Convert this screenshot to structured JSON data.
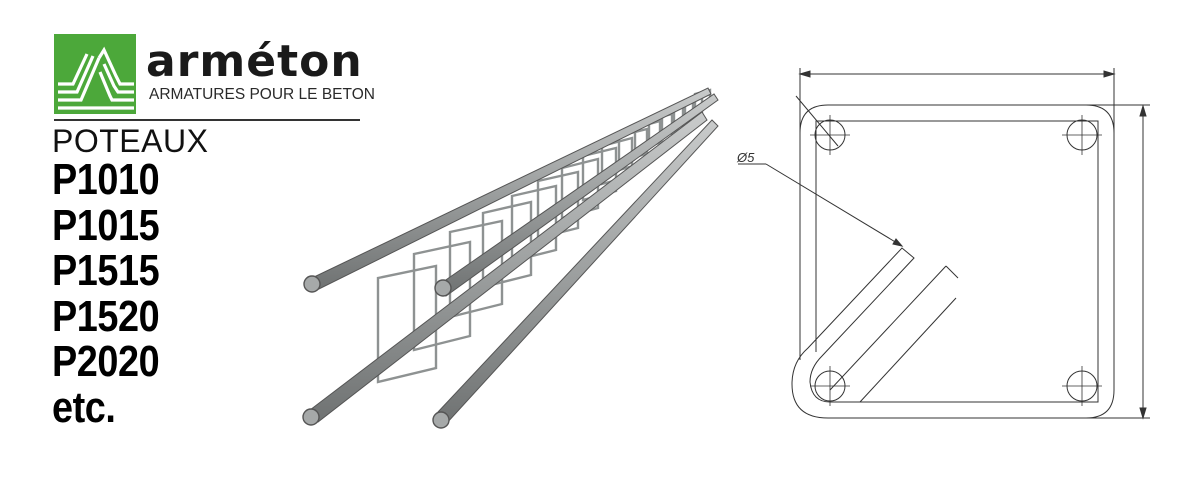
{
  "brand": {
    "name": "arméton",
    "tagline": "ARMATURES POUR LE BETON",
    "color_green": "#4ca83a",
    "color_text": "#1a1a1a"
  },
  "product": {
    "category": "POTEAUX",
    "models": [
      "P1010",
      "P1015",
      "P1515",
      "P1520",
      "P2020",
      "etc."
    ]
  },
  "illustration": {
    "cage_description": "3D rebar cage with 4 longitudinal bars and square stirrups",
    "bar_color": "#9a9c9c",
    "bar_outline": "#4a4a4a"
  },
  "drawing": {
    "diameter_label": "Ø5",
    "description": "Cross-section of square stirrup with 4 longitudinal bars and hook"
  }
}
